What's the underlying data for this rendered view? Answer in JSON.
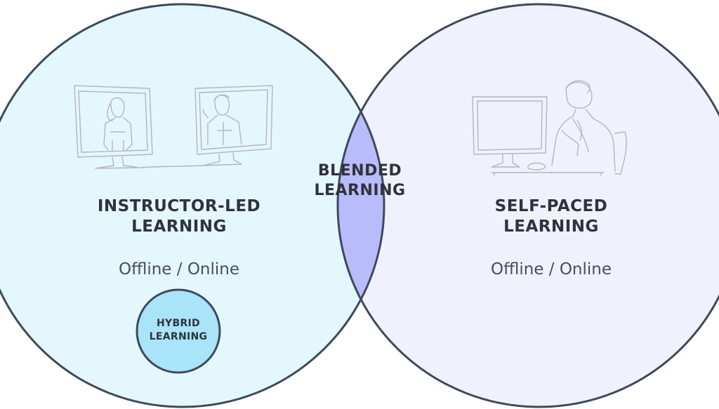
{
  "diagram": {
    "instructor_led": {
      "title_line1": "INSTRUCTOR-LED",
      "title_line2": "LEARNING",
      "subtitle": "Offline / Online",
      "fill": "#e4f7fc",
      "illustration": "video-call-icon"
    },
    "self_paced": {
      "title_line1": "SELF-PACED",
      "title_line2": "LEARNING",
      "subtitle": "Offline / Online",
      "fill": "#f1f1fd",
      "illustration": "desk-learner-icon"
    },
    "blended": {
      "title_line1": "BLENDED",
      "title_line2": "LEARNING",
      "fill": "#b9bcfb"
    },
    "hybrid": {
      "title_line1": "HYBRID",
      "title_line2": "LEARNING",
      "fill": "#a9e4f9"
    },
    "outline_color": "#3d4a5c"
  }
}
